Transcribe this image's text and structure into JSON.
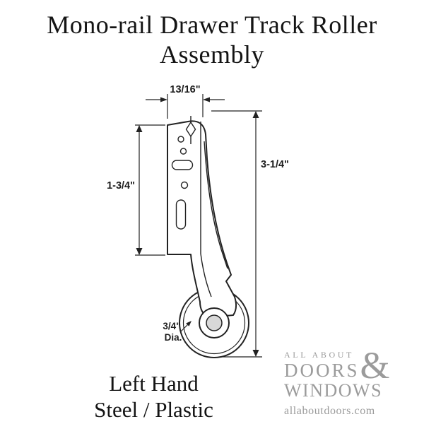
{
  "title": {
    "line1": "Mono-rail Drawer Track Roller",
    "line2": "Assembly"
  },
  "diagram": {
    "dim_width": "13/16\"",
    "dim_plate_height": "1-3/4\"",
    "dim_total_height": "3-1/4\"",
    "dim_roller_line1": "3/4\"",
    "dim_roller_line2": "Dia."
  },
  "product": {
    "hand": "Left Hand",
    "material": "Steel / Plastic"
  },
  "logo": {
    "tagline": "ALL ABOUT",
    "word1": "DOORS",
    "ampersand": "&",
    "word2": "WINDOWS",
    "website": "allaboutdoors.com"
  },
  "colors": {
    "line": "#222222",
    "logo_gray": "#9b9b9b",
    "background": "#ffffff"
  }
}
